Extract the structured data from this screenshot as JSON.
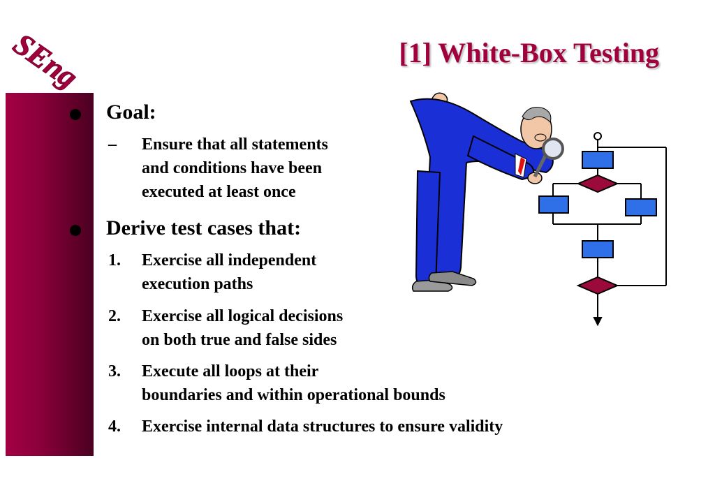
{
  "logo": {
    "text": "SEng"
  },
  "slide": {
    "title": "[1] White-Box Testing"
  },
  "content": {
    "goal": {
      "heading": "Goal:",
      "dash": "–",
      "lines": [
        "Ensure that all statements",
        "and conditions have been",
        "executed at least once"
      ]
    },
    "derive": {
      "heading": "Derive test cases that:",
      "items": [
        {
          "num": "1.",
          "lines": [
            "Exercise all independent",
            "execution paths"
          ]
        },
        {
          "num": "2.",
          "lines": [
            "Exercise all logical decisions",
            "on both true and false sides"
          ]
        },
        {
          "num": "3.",
          "lines": [
            "Execute all loops at their",
            "boundaries and within operational bounds"
          ]
        },
        {
          "num": "4.",
          "lines": [
            "Exercise internal data structures to ensure validity"
          ]
        }
      ]
    }
  },
  "colors": {
    "accent": "#a0003c",
    "sidebar_top": "#a30043",
    "sidebar_dark": "#4a0020",
    "flow_box": "#2f6fe8",
    "flow_diamond": "#9b0a3a",
    "suit": "#1a2fd6"
  },
  "icons": {
    "illustration": "detective-with-magnifying-glass",
    "diagram": "flowchart"
  }
}
